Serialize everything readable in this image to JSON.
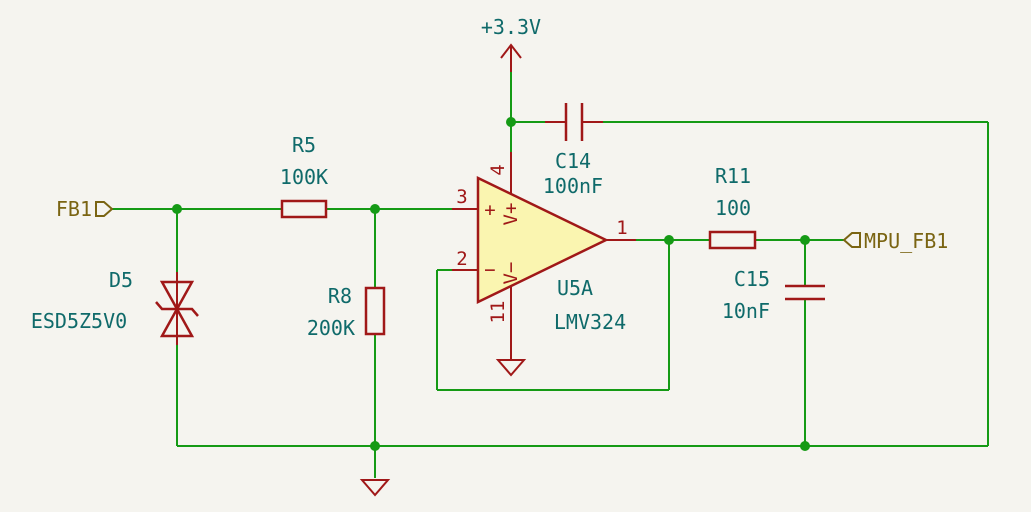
{
  "power": {
    "vcc": "+3.3V"
  },
  "ports": {
    "input": "FB1",
    "output": "MPU_FB1"
  },
  "components": {
    "r5": {
      "ref": "R5",
      "value": "100K"
    },
    "r8": {
      "ref": "R8",
      "value": "200K"
    },
    "r11": {
      "ref": "R11",
      "value": "100"
    },
    "c14": {
      "ref": "C14",
      "value": "100nF"
    },
    "c15": {
      "ref": "C15",
      "value": "10nF"
    },
    "d5": {
      "ref": "D5",
      "value": "ESD5Z5V0"
    },
    "u5a": {
      "ref": "U5A",
      "value": "LMV324"
    }
  },
  "opamp": {
    "pin_noninv": "3",
    "pin_inv": "2",
    "pin_out": "1",
    "pin_vplus": "4",
    "pin_vminus": "11",
    "sym_plus": "+",
    "sym_minus": "−",
    "label_vplus": "V+",
    "label_vminus": "V−"
  },
  "colors": {
    "wire": "#159a15",
    "component": "#a01818",
    "opamp_fill": "#faf5b0",
    "label": "#0f6a6a",
    "port": "#7a6412",
    "background": "#f5f4ef"
  }
}
